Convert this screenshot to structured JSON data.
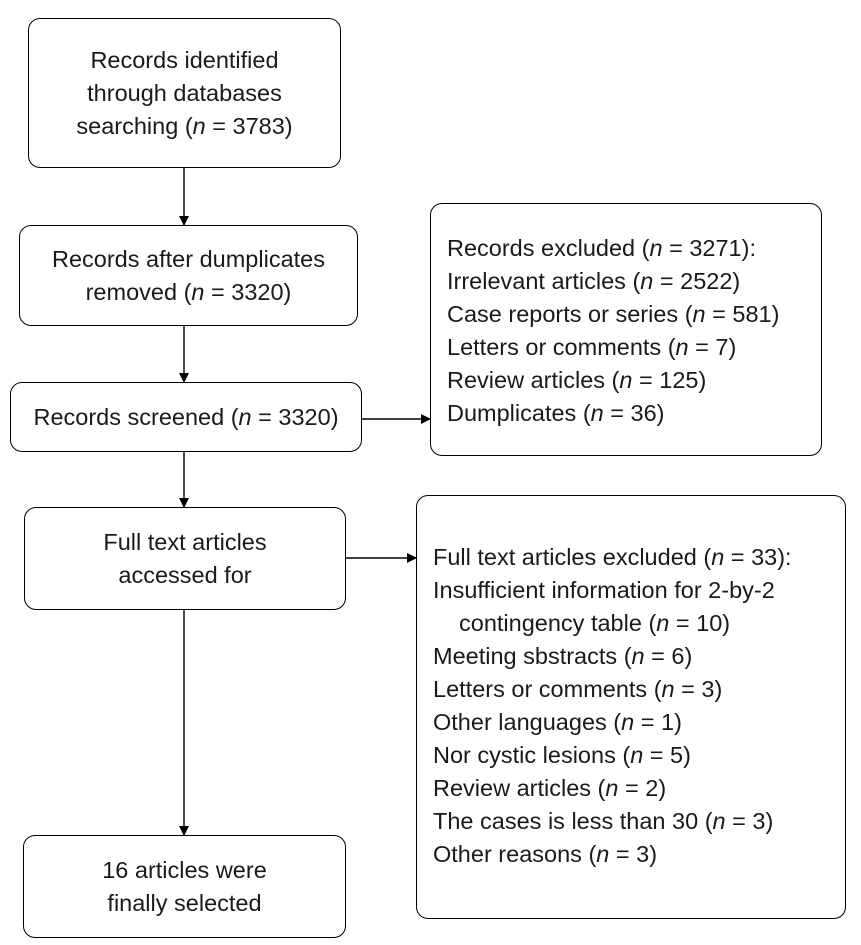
{
  "boxes": {
    "identified": [
      "Records identified",
      "through databases",
      "searching (n = 3783)"
    ],
    "after_duplicates": [
      "Records after dumplicates",
      "removed (n = 3320)"
    ],
    "screened": [
      "Records screened (n = 3320)"
    ],
    "full_text": [
      "Full text articles",
      "accessed for"
    ],
    "selected": [
      "16 articles were",
      "finally selected"
    ],
    "excluded_records": [
      "Records excluded (n = 3271):",
      "Irrelevant articles (n = 2522)",
      "Case reports or series (n = 581)",
      "Letters or comments (n = 7)",
      "Review articles (n = 125)",
      "Dumplicates (n = 36)"
    ],
    "excluded_full_text": [
      "Full text articles excluded (n = 33):",
      "Insufficient information for 2-by-2",
      "contingency table (n = 10)",
      "Meeting sbstracts (n = 6)",
      "Letters or comments (n = 3)",
      "Other languages (n = 1)",
      "Nor cystic lesions (n = 5)",
      "Review articles (n = 2)",
      "The cases is less than 30 (n = 3)",
      "Other reasons (n = 3)"
    ]
  }
}
